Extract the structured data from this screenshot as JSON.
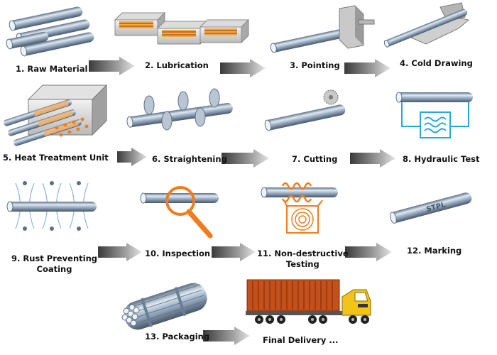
{
  "steps": [
    {
      "label": "1. Raw Material"
    },
    {
      "label": "2. Lubrication"
    },
    {
      "label": "3. Pointing"
    },
    {
      "label": "4. Cold Drawing"
    },
    {
      "label": "5. Heat Treatment Unit"
    },
    {
      "label": "6. Straightening"
    },
    {
      "label": "7. Cutting"
    },
    {
      "label": "8. Hydraulic Test"
    },
    {
      "label": "9. Rust Preventing\nCoating"
    },
    {
      "label": "10. Inspection"
    },
    {
      "label": "11. Non-destructive\nTesting"
    },
    {
      "label": "12. Marking"
    },
    {
      "label": "13. Packaging"
    },
    {
      "label": "Final Delivery ..."
    }
  ],
  "marking_text": "STPL",
  "colors": {
    "pipe": "#9fb3c8",
    "arrow": "#8a8a8a",
    "accent_orange": "#f07c1e",
    "accent_blue": "#29a8d8",
    "container": "#c4501c",
    "truck_cab": "#f0c419"
  }
}
